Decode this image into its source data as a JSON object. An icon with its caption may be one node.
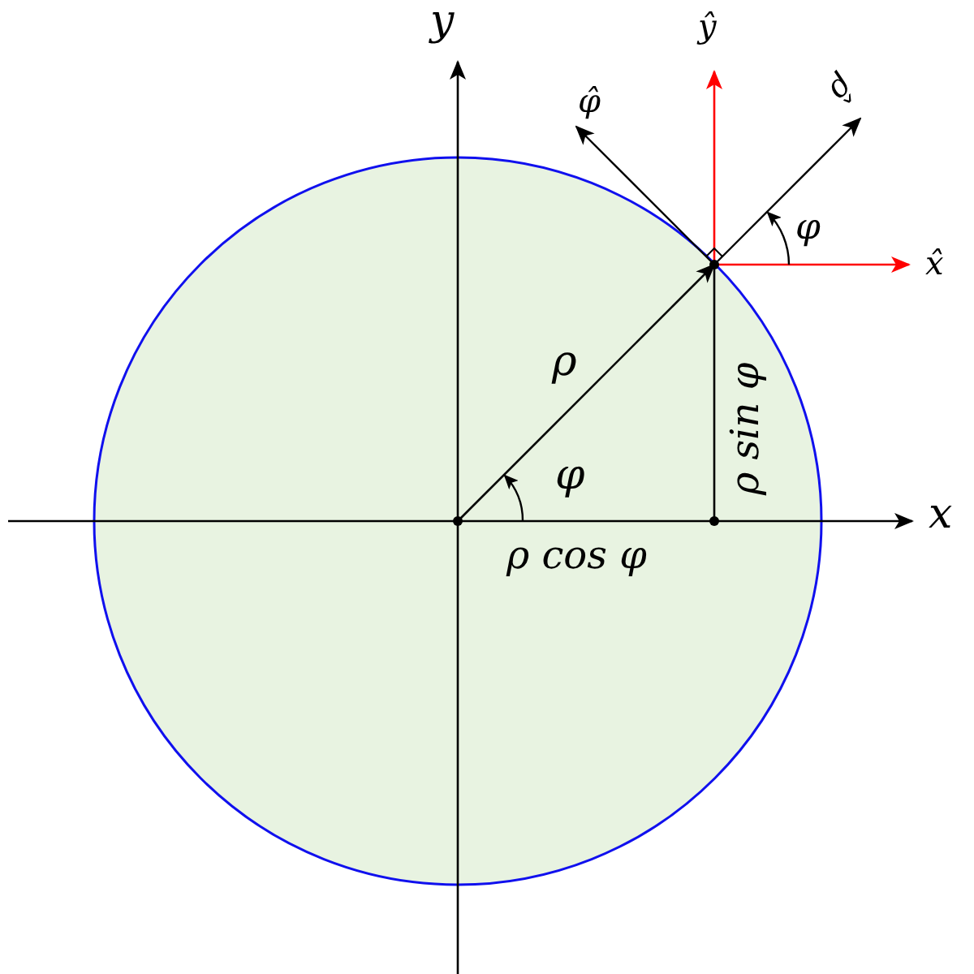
{
  "diagram": {
    "labels": [
      "y",
      "ŷ",
      "φ̂",
      "ρ̂",
      "φ",
      "x̂",
      "ρ",
      "ρ sin φ",
      "φ",
      "x",
      "ρ cos φ"
    ]
  }
}
